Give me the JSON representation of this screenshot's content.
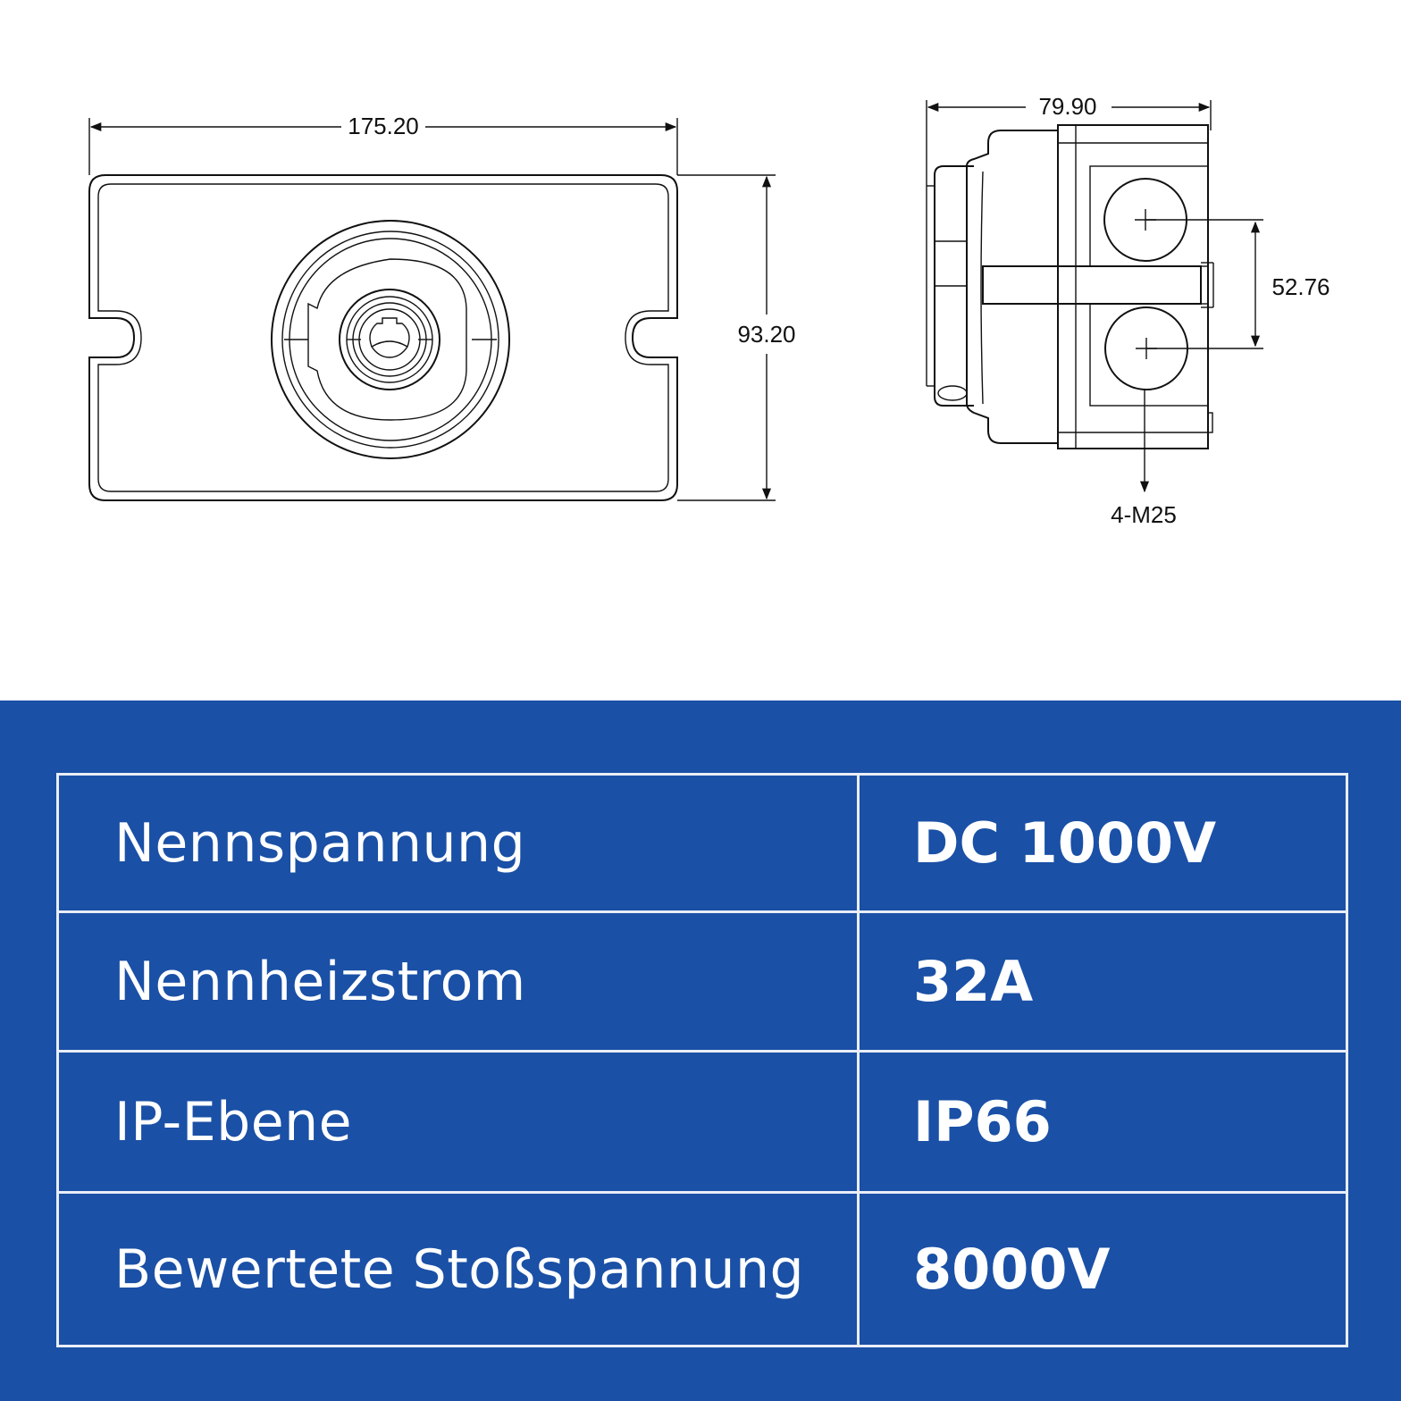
{
  "drawing": {
    "front_view": {
      "width_label": "175.20",
      "height_label": "93.20"
    },
    "side_view": {
      "depth_label": "79.90",
      "gland_spacing_label": "52.76",
      "gland_label": "4-M25"
    }
  },
  "specs": {
    "rows": [
      {
        "label": "Nennspannung",
        "value": "DC 1000V"
      },
      {
        "label": "Nennheizstrom",
        "value": "32A"
      },
      {
        "label": "IP-Ebene",
        "value": "IP66"
      },
      {
        "label": "Bewertete Stoßspannung",
        "value": "8000V"
      }
    ]
  },
  "colors": {
    "panel_background": "#1a50a6",
    "table_border": "#e9eef7",
    "text_on_panel": "#ffffff",
    "drawing_line": "#111111"
  }
}
